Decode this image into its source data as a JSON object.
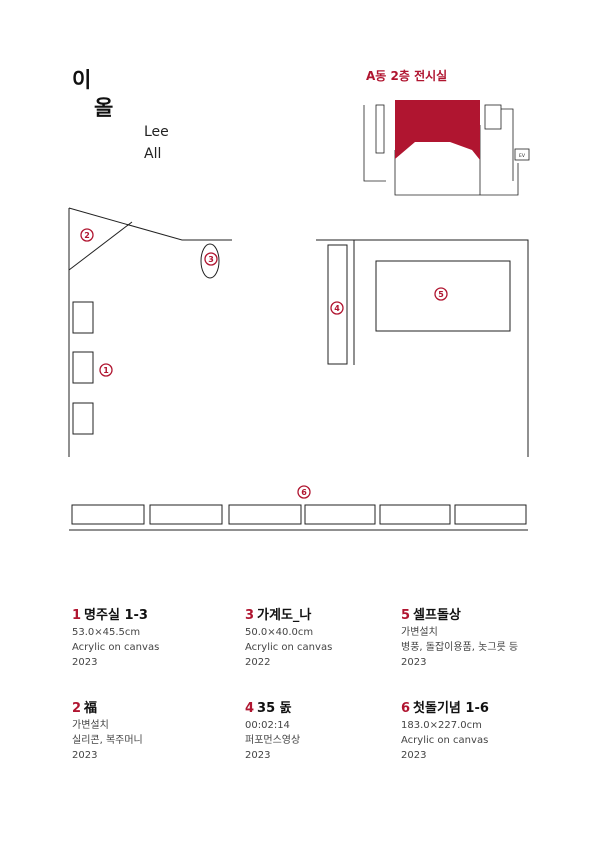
{
  "artist": {
    "name_ko_1": "이",
    "name_ko_2": "올",
    "name_en_1": "Lee",
    "name_en_2": "All"
  },
  "floor_map": {
    "label": "A동 2층 전시실",
    "ev_label": "EV",
    "highlight_color": "#b01530"
  },
  "plan": {
    "markers": [
      "1",
      "2",
      "3",
      "4",
      "5",
      "6"
    ],
    "accent_color": "#b01530"
  },
  "works": [
    {
      "num": "1",
      "title": "명주실 1-3",
      "line1": "53.0×45.5cm",
      "line2": "Acrylic on canvas",
      "year": "2023"
    },
    {
      "num": "3",
      "title": "가계도_나",
      "line1": "50.0×40.0cm",
      "line2": "Acrylic on canvas",
      "year": "2022"
    },
    {
      "num": "5",
      "title": "셀프돌상",
      "line1": "가변설치",
      "line2": "병풍, 돌잡이용품, 놋그릇 등",
      "year": "2023"
    },
    {
      "num": "2",
      "title": "福",
      "line1": "가변설치",
      "line2": "실리콘, 복주머니",
      "year": "2023"
    },
    {
      "num": "4",
      "title": "35 돐",
      "line1": "00:02:14",
      "line2": "퍼포먼스영상",
      "year": "2023"
    },
    {
      "num": "6",
      "title": "첫돌기념 1-6",
      "line1": "183.0×227.0cm",
      "line2": "Acrylic on canvas",
      "year": "2023"
    }
  ]
}
